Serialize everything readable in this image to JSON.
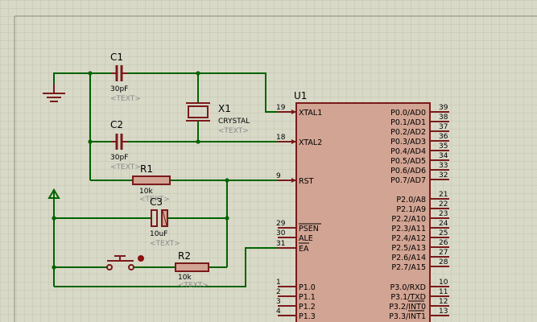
{
  "components": {
    "c1": {
      "ref": "C1",
      "value": "30pF",
      "placeholder": "<TEXT>"
    },
    "c2": {
      "ref": "C2",
      "value": "30pF",
      "placeholder": "<TEXT>"
    },
    "x1": {
      "ref": "X1",
      "value": "CRYSTAL",
      "placeholder": "<TEXT>"
    },
    "r1": {
      "ref": "R1",
      "value": "10k",
      "placeholder": "<TEXT>"
    },
    "c3": {
      "ref": "C3",
      "value": "10uF",
      "placeholder": "<TEXT>"
    },
    "r2": {
      "ref": "R2",
      "value": "10k",
      "placeholder": "<TEXT>"
    },
    "u1": {
      "ref": "U1"
    }
  },
  "left_pins": [
    {
      "num": "19",
      "name": "XTAL1"
    },
    {
      "num": "18",
      "name": "XTAL2"
    },
    {
      "num": "9",
      "name": "RST"
    },
    {
      "num": "29",
      "name": "PSEN"
    },
    {
      "num": "30",
      "name": "ALE"
    },
    {
      "num": "31",
      "name": "EA"
    },
    {
      "num": "1",
      "name": "P1.0"
    },
    {
      "num": "2",
      "name": "P1.1"
    },
    {
      "num": "3",
      "name": "P1.2"
    },
    {
      "num": "4",
      "name": "P1.3"
    }
  ],
  "right_pins": [
    {
      "num": "39",
      "name": "P0.0/AD0"
    },
    {
      "num": "38",
      "name": "P0.1/AD1"
    },
    {
      "num": "37",
      "name": "P0.2/AD2"
    },
    {
      "num": "36",
      "name": "P0.3/AD3"
    },
    {
      "num": "35",
      "name": "P0.4/AD4"
    },
    {
      "num": "34",
      "name": "P0.5/AD5"
    },
    {
      "num": "33",
      "name": "P0.6/AD6"
    },
    {
      "num": "32",
      "name": "P0.7/AD7"
    },
    {
      "num": "21",
      "name": "P2.0/A8"
    },
    {
      "num": "22",
      "name": "P2.1/A9"
    },
    {
      "num": "23",
      "name": "P2.2/A10"
    },
    {
      "num": "24",
      "name": "P2.3/A11"
    },
    {
      "num": "25",
      "name": "P2.4/A12"
    },
    {
      "num": "26",
      "name": "P2.5/A13"
    },
    {
      "num": "27",
      "name": "P2.6/A14"
    },
    {
      "num": "28",
      "name": "P2.7/A15"
    },
    {
      "num": "10",
      "name": "P3.0/RXD"
    },
    {
      "num": "11",
      "name": "P3.1/TXD"
    },
    {
      "num": "12",
      "name": "P3.2/INT0"
    },
    {
      "num": "13",
      "name": "P3.3/INT1"
    }
  ],
  "colors": {
    "background": "#d9d9c8",
    "grid": "#c4c4b2",
    "wire": "#006400",
    "component": "#7a1a1a",
    "chip_fill": "#d2a493",
    "label": "#000000",
    "placeholder": "#8c8c8c"
  }
}
